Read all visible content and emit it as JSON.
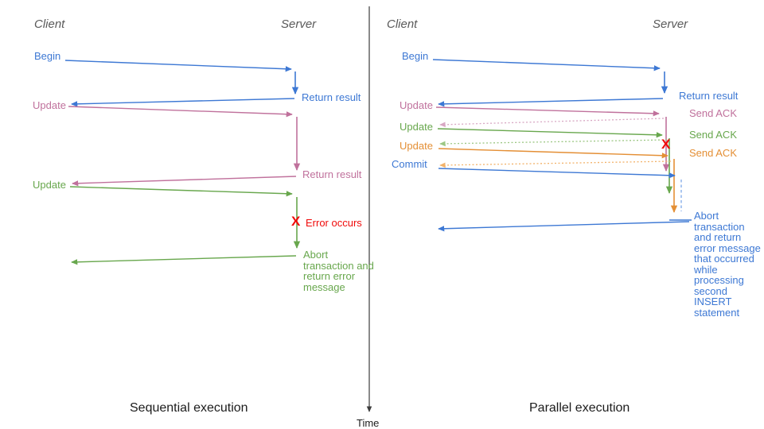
{
  "colors": {
    "blue": "#3d78d4",
    "pink": "#c0719c",
    "pink_light": "#d8a7c3",
    "green": "#68a74d",
    "green_light": "#9cc783",
    "orange": "#e48f35",
    "orange_light": "#f2b26a",
    "red": "#f00a0a",
    "axis": "#3c3c3c"
  },
  "icons": {
    "error_x": "X"
  },
  "time_label": "Time",
  "left": {
    "caption": "Sequential execution",
    "client": "Client",
    "server": "Server",
    "labels": {
      "begin": "Begin",
      "return_result_1": "Return result",
      "update_1": "Update",
      "return_result_2": "Return result",
      "update_2": "Update",
      "error": "Error occurs",
      "abort": "Abort transaction and return error message"
    }
  },
  "right": {
    "caption": "Parallel execution",
    "client": "Client",
    "server": "Server",
    "labels": {
      "begin": "Begin",
      "return_result": "Return result",
      "update_1": "Update",
      "send_ack_1": "Send ACK",
      "update_2": "Update",
      "send_ack_2": "Send ACK",
      "update_3": "Update",
      "send_ack_3": "Send ACK",
      "commit": "Commit",
      "abort": "Abort transaction and return error message that occurred while processing second INSERT statement"
    }
  }
}
